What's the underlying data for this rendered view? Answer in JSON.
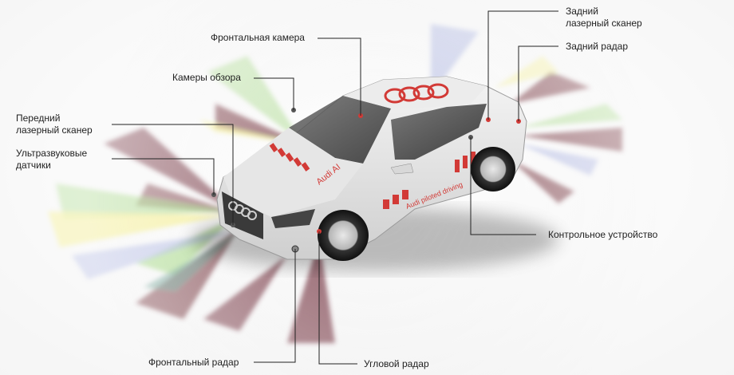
{
  "labels": {
    "front_camera": "Фронтальная камера",
    "surround_cameras": "Камеры обзора",
    "front_laser_scanner": "Передний\nлазерный сканер",
    "ultrasonic_sensors": "Ультразвуковые\nдатчики",
    "rear_laser_scanner": "Задний\nлазерный сканер",
    "rear_radar": "Задний радар",
    "control_unit": "Контрольное устройство",
    "front_radar": "Фронтальный радар",
    "corner_radar": "Угловой радар"
  },
  "car_decals": {
    "hood_text": "Audi AI",
    "side_text": "Audi piloted driving"
  },
  "colors": {
    "car_body": "#e4e4e4",
    "decal_red": "#d23a36",
    "leader_line": "#222222",
    "sensor_dark_red": "#6e2a34",
    "sensor_green": "#8fcf66",
    "sensor_yellow": "#f1ea76",
    "sensor_blue": "#8f9ad8",
    "sensor_teal": "#4d8a7c"
  }
}
